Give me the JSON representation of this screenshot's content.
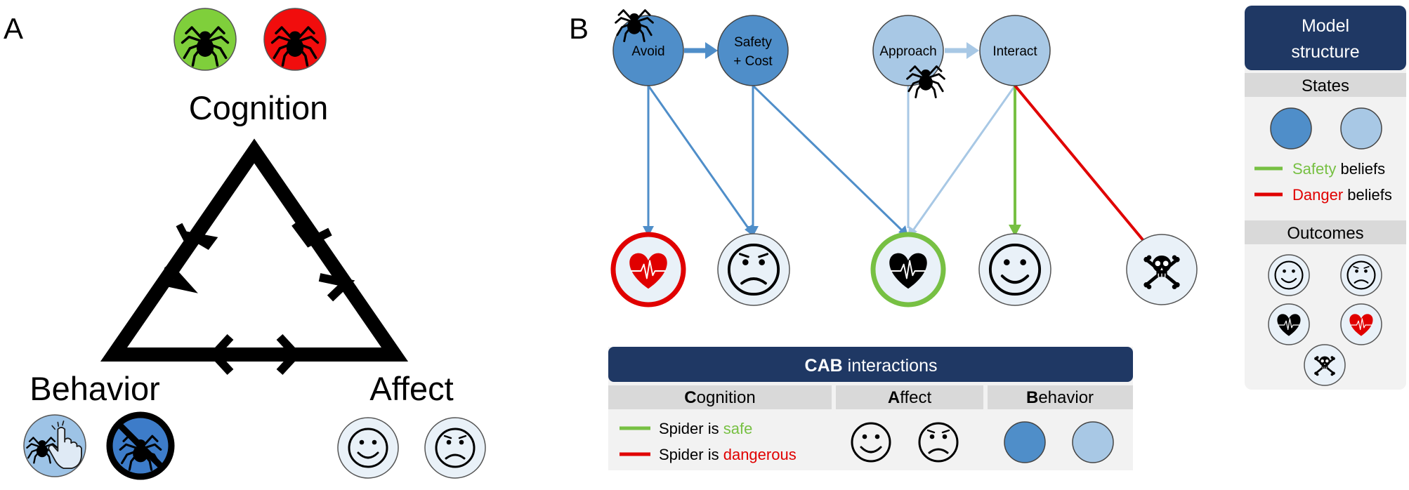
{
  "panel_a": {
    "letter": "A",
    "cognition_label": "Cognition",
    "behavior_label": "Behavior",
    "affect_label": "Affect"
  },
  "panel_b": {
    "letter": "B",
    "states": {
      "avoid": "Avoid",
      "safety_cost_line1": "Safety",
      "safety_cost_line2": "+ Cost",
      "approach": "Approach",
      "interact": "Interact"
    },
    "cab": {
      "title_bold": "CAB",
      "title_rest": " interactions",
      "col_cognition_initial": "C",
      "col_cognition_rest": "ognition",
      "col_affect_initial": "A",
      "col_affect_rest": "ffect",
      "col_behavior_initial": "B",
      "col_behavior_rest": "ehavior",
      "safe_prefix": "Spider is ",
      "safe_word": "safe",
      "danger_prefix": "Spider is ",
      "danger_word": "dangerous"
    }
  },
  "model": {
    "title_line1": "Model",
    "title_line2": "structure",
    "states_header": "States",
    "safety_word": "Safety",
    "safety_rest": " beliefs",
    "danger_word": "Danger",
    "danger_rest": " beliefs",
    "outcomes_header": "Outcomes"
  },
  "colors": {
    "navy": "#1f3864",
    "state_dark": "#4f8ec9",
    "state_light": "#a8c8e5",
    "safe_green": "#77c043",
    "danger_red": "#e00000",
    "outcome_bg": "#e9f1f8",
    "panel_gray": "#f2f2f2",
    "header_gray": "#d9d9d9"
  },
  "icons": [
    "spider-icon",
    "hand-pointing-icon",
    "no-spider-icon",
    "smiley-icon",
    "sad-face-icon",
    "heartbeat-icon",
    "skull-crossbones-icon"
  ]
}
